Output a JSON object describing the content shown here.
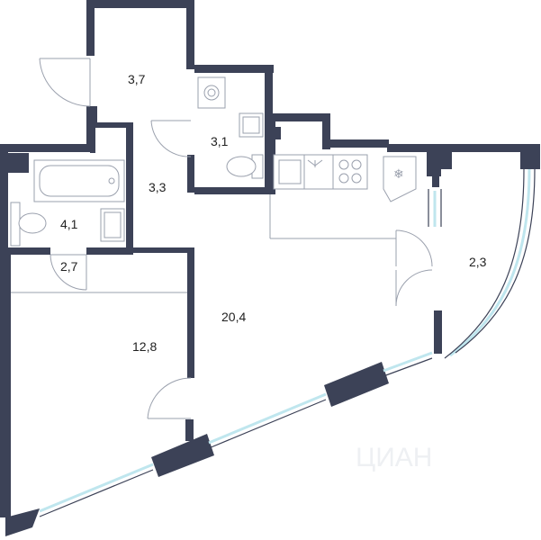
{
  "rooms": [
    {
      "id": "hall-closet",
      "area": "3,7"
    },
    {
      "id": "wc",
      "area": "3,1"
    },
    {
      "id": "corridor",
      "area": "3,3"
    },
    {
      "id": "bathroom",
      "area": "4,1"
    },
    {
      "id": "wardrobe",
      "area": "2,7"
    },
    {
      "id": "kitchen-living",
      "area": "20,4"
    },
    {
      "id": "loggia",
      "area": "2,3"
    },
    {
      "id": "bedroom",
      "area": "12,8"
    }
  ],
  "watermark": "ЦИАН",
  "colors": {
    "wall": "#3c4257",
    "glass": "#bfe6ee",
    "fixture": "#9aa0ad"
  }
}
